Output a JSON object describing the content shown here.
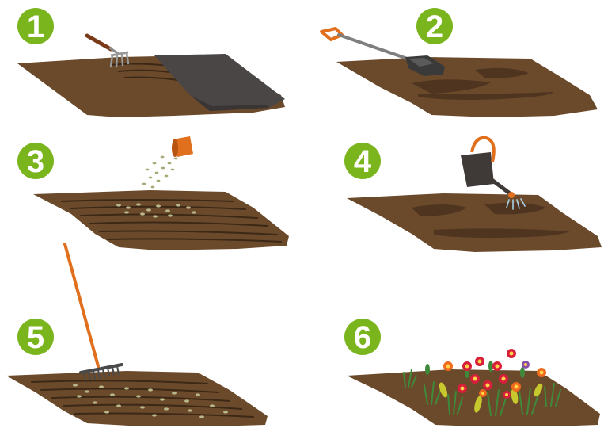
{
  "steps": [
    {
      "number": "1",
      "action": "rake-and-remove-cover"
    },
    {
      "number": "2",
      "action": "dig-with-spade"
    },
    {
      "number": "3",
      "action": "sow-seeds"
    },
    {
      "number": "4",
      "action": "water-soil"
    },
    {
      "number": "5",
      "action": "rake-seeds-in"
    },
    {
      "number": "6",
      "action": "flowers-bloom"
    }
  ],
  "colors": {
    "badge": "#7ab51d",
    "badge_text": "#ffffff",
    "soil": "#6b4a2b",
    "soil_dark": "#4f3520",
    "soil_groove": "#3c2816",
    "cover_sheet": "#4b4646",
    "tool_handle": "#e0701e",
    "tool_metal": "#8a8a8a",
    "watering_can": "#3f3a38",
    "seed": "#b8b88a",
    "water": "#a9d3e6",
    "grass": "#3f8a3a",
    "flower_red": "#d81f3a",
    "flower_orange": "#ef6a1e",
    "flower_purple": "#8a4fa8",
    "leaf_yellow": "#c7c82d"
  },
  "icons": [
    "hand-rake-icon",
    "cover-sheet-icon",
    "spade-icon",
    "seed-cup-icon",
    "watering-can-icon",
    "garden-rake-icon",
    "flower-icon"
  ]
}
